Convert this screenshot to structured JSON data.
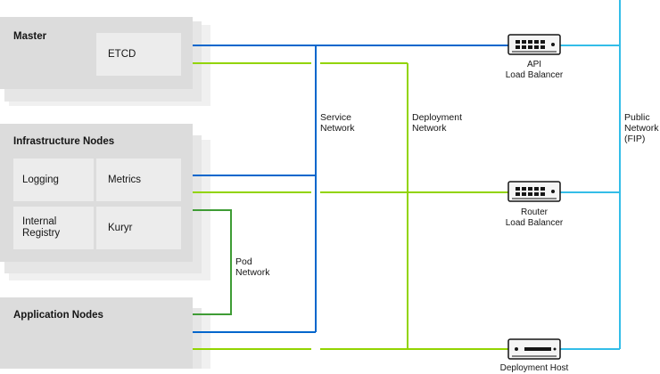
{
  "groups": {
    "master": {
      "title": "Master",
      "etcd": "ETCD"
    },
    "infrastructure": {
      "title": "Infrastructure Nodes",
      "logging": "Logging",
      "metrics": "Metrics",
      "registry_line1": "Internal",
      "registry_line2": "Registry",
      "kuryr": "Kuryr"
    },
    "application": {
      "title": "Application Nodes"
    }
  },
  "networks": {
    "service_line1": "Service",
    "service_line2": "Network",
    "deployment_line1": "Deployment",
    "deployment_line2": "Network",
    "pod_line1": "Pod",
    "pod_line2": "Network",
    "public_line1": "Public",
    "public_line2": "Network",
    "public_line3": "(FIP)"
  },
  "devices": {
    "api_line1": "API",
    "api_line2": "Load Balancer",
    "router_line1": "Router",
    "router_line2": "Load Balancer",
    "deployment_host": "Deployment Host"
  },
  "colors": {
    "service_network": "#0066cc",
    "deployment_network": "#92d400",
    "pod_network": "#3f9c35",
    "public_network": "#33bde8",
    "node_group": "#dcdcdc",
    "node_inner": "#ececec"
  }
}
